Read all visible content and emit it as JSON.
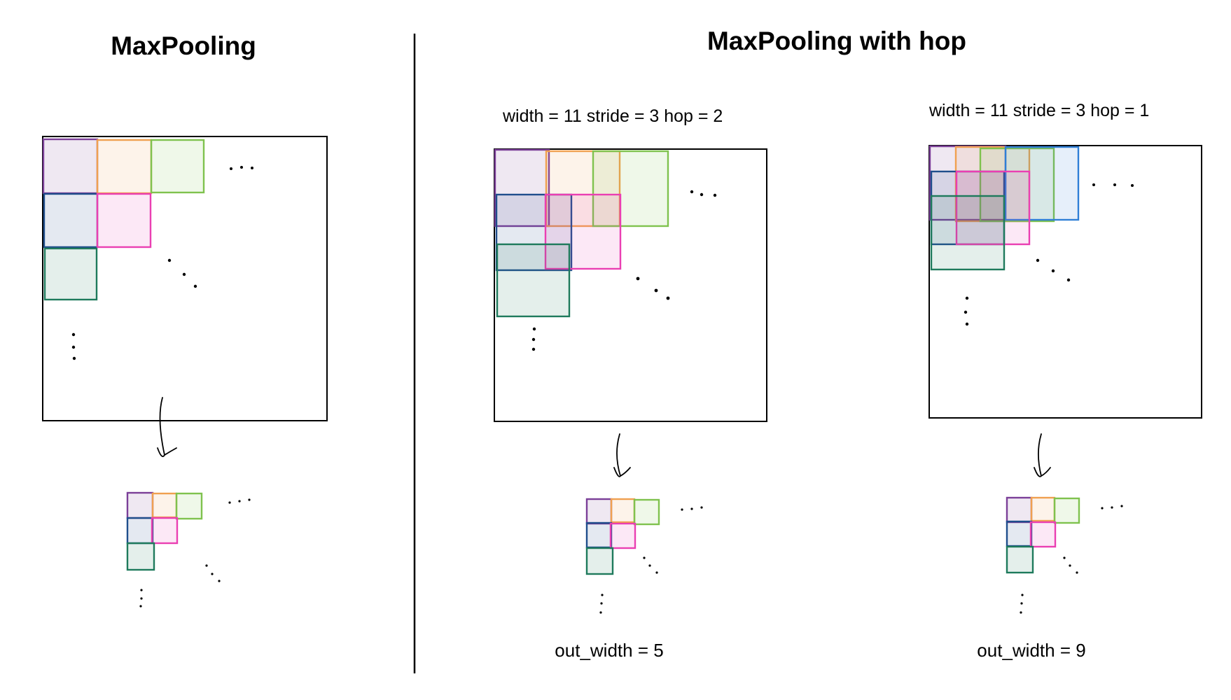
{
  "titles": {
    "left": "MaxPooling",
    "right": "MaxPooling with hop"
  },
  "panels": {
    "hop2": {
      "params": "width = 11  stride = 3  hop = 2",
      "output": "out_width = 5"
    },
    "hop1": {
      "params": "width = 11  stride = 3  hop = 1",
      "output": "out_width = 9"
    }
  },
  "colors": {
    "purple": "#7b3f98",
    "orange": "#f0a050",
    "green": "#7fc24e",
    "navy": "#1f4e8c",
    "pink": "#ea3fb2",
    "teal": "#1e7a5c",
    "blue": "#2f7fd6",
    "frame": "#000000"
  }
}
